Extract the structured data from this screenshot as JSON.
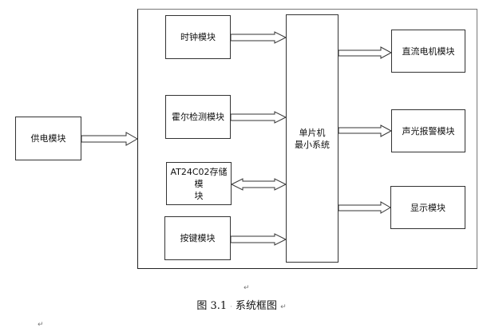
{
  "diagram": {
    "power": "供电模块",
    "inputs": {
      "clock": "时钟模块",
      "hall": "霍尔检测模块",
      "eeprom_line1": "AT24C02存储模",
      "eeprom_line2": "块",
      "keys": "按键模块"
    },
    "mcu_line1": "单片机",
    "mcu_line2": "最小系统",
    "outputs": {
      "motor": "直流电机模块",
      "alarm": "声光报警模块",
      "display": "显示模块"
    }
  },
  "caption": {
    "prefix": "图 3.1",
    "text": "系统框图"
  },
  "paragraph_mark": "↵"
}
